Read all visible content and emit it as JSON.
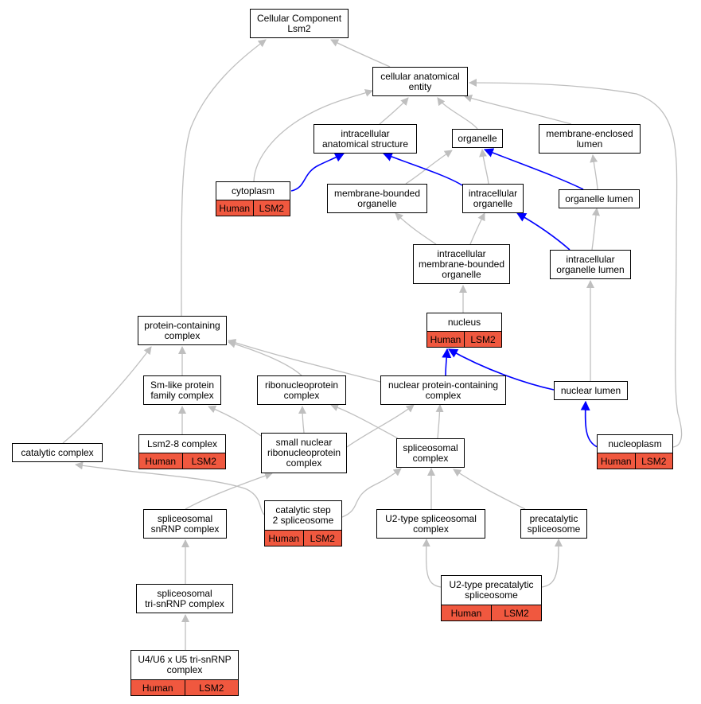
{
  "colors": {
    "is_a_edge": "#bfbfbf",
    "part_of_edge": "#0000ff",
    "annotation_fill": "#f0583f"
  },
  "nodes": {
    "root": {
      "label": "Cellular Component\nLsm2"
    },
    "cae": {
      "label": "cellular anatomical\nentity"
    },
    "ias": {
      "label": "intracellular\nanatomical structure"
    },
    "org": {
      "label": "organelle"
    },
    "mel": {
      "label": "membrane-enclosed\nlumen"
    },
    "cyto": {
      "label": "cytoplasm",
      "annotation": [
        "Human",
        "LSM2"
      ]
    },
    "mbo": {
      "label": "membrane-bounded\norganelle"
    },
    "io": {
      "label": "intracellular\norganelle"
    },
    "ol": {
      "label": "organelle lumen"
    },
    "imbo": {
      "label": "intracellular\nmembrane-bounded\norganelle"
    },
    "iol": {
      "label": "intracellular\norganelle lumen"
    },
    "pcc": {
      "label": "protein-containing\ncomplex"
    },
    "nuc": {
      "label": "nucleus",
      "annotation": [
        "Human",
        "LSM2"
      ]
    },
    "smlike": {
      "label": "Sm-like protein\nfamily complex"
    },
    "rnp": {
      "label": "ribonucleoprotein\ncomplex"
    },
    "npcc": {
      "label": "nuclear protein-containing\ncomplex"
    },
    "nl": {
      "label": "nuclear lumen"
    },
    "cat": {
      "label": "catalytic complex"
    },
    "lsm28": {
      "label": "Lsm2-8 complex",
      "annotation": [
        "Human",
        "LSM2"
      ]
    },
    "snrnp": {
      "label": "small nuclear\nribonucleoprotein\ncomplex"
    },
    "spc": {
      "label": "spliceosomal\ncomplex"
    },
    "np": {
      "label": "nucleoplasm",
      "annotation": [
        "Human",
        "LSM2"
      ]
    },
    "cs2": {
      "label": "catalytic step\n2 spliceosome",
      "annotation": [
        "Human",
        "LSM2"
      ]
    },
    "ssnrnp": {
      "label": "spliceosomal\nsnRNP complex"
    },
    "u2": {
      "label": "U2-type spliceosomal\ncomplex"
    },
    "pre": {
      "label": "precatalytic\nspliceosome"
    },
    "u2pre": {
      "label": "U2-type precatalytic\nspliceosome",
      "annotation": [
        "Human",
        "LSM2"
      ]
    },
    "tri": {
      "label": "spliceosomal\ntri-snRNP complex"
    },
    "u4u6": {
      "label": "U4/U6 x U5 tri-snRNP\ncomplex",
      "annotation": [
        "Human",
        "LSM2"
      ]
    }
  }
}
